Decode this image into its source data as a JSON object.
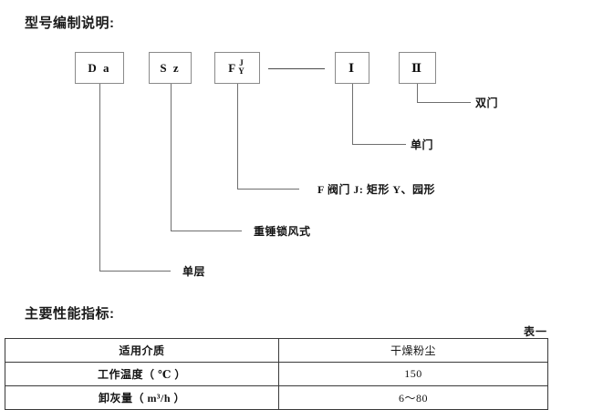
{
  "headings": {
    "model_spec": "型号编制说明:",
    "performance": "主要性能指标:"
  },
  "diagram": {
    "boxes": [
      {
        "id": "da",
        "text": "D a"
      },
      {
        "id": "sz",
        "text": "S z"
      },
      {
        "id": "fjy",
        "text": "F",
        "sup": "J",
        "sub": "Y"
      },
      {
        "id": "i",
        "text": "Ⅰ"
      },
      {
        "id": "ii",
        "text": "Ⅱ"
      }
    ],
    "labels": [
      {
        "id": "shuangmen",
        "text": "双门"
      },
      {
        "id": "danmen",
        "text": "单门"
      },
      {
        "id": "famen",
        "text": "F 阀门 J: 矩形  Y、园形"
      },
      {
        "id": "zhongchui",
        "text": "重锤锁风式"
      },
      {
        "id": "danceng",
        "text": "单层"
      }
    ]
  },
  "table": {
    "caption": "表一",
    "rows": [
      {
        "label": "适用介质",
        "value": "干燥粉尘"
      },
      {
        "label": "工作温度（ ℃ ）",
        "value": "150"
      },
      {
        "label": "卸灰量（ m³/h ）",
        "value": "6～80"
      }
    ]
  }
}
